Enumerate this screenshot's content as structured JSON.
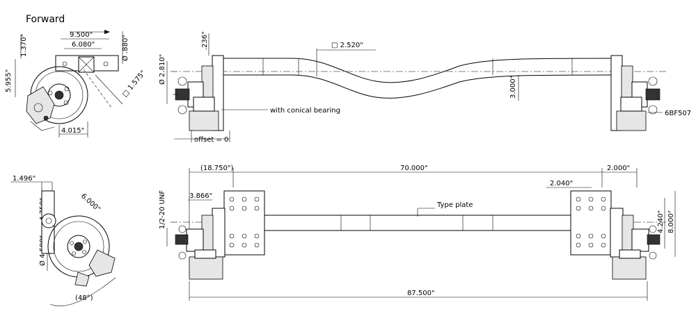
{
  "title": "Forward",
  "dims": {
    "d9500": "9.500\"",
    "d6080": "6.080\"",
    "d0880": "Ø .880\"",
    "d1370": "1.370\"",
    "d5955": "5.955\"",
    "d1575": "□ 1.575\"",
    "d4015": "4.015\"",
    "d0236": ".236\"",
    "d2810": "Ø 2.810\"",
    "d2520": "□ 2.520\"",
    "d3000": "3.000\"",
    "offset": "offset = 0",
    "d1496": "1.496\"",
    "d4750": "4.750\"",
    "d6000": "6.000\"",
    "d4500": "Ø 4.500\"",
    "d48": "(48°)",
    "d18750": "(18.750\")",
    "d70000": "70.000\"",
    "d2000": "2.000\"",
    "d2040": "2.040\"",
    "d3866": "3.866\"",
    "thread": "1/2-20 UNF",
    "d4240": "4.240\"",
    "d8000": "8.000\"",
    "d87500": "87.500\""
  },
  "labels": {
    "bearing": "with conical bearing",
    "model": "6BF507",
    "typeplate": "Type plate"
  }
}
